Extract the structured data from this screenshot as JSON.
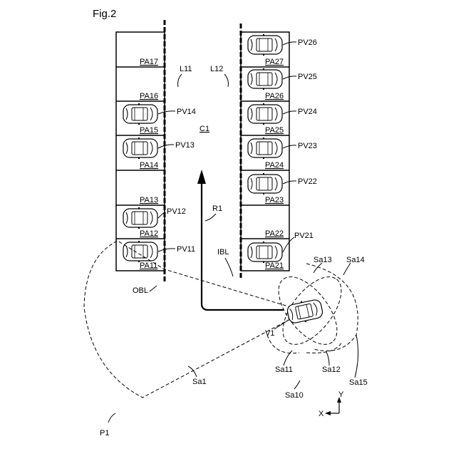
{
  "figure": {
    "title": "Fig.2"
  },
  "areas_left": [
    "PA17",
    "PA16",
    "PA15",
    "PA14",
    "PA13",
    "PA12",
    "PA11"
  ],
  "areas_right": [
    "PA27",
    "PA26",
    "PA25",
    "PA24",
    "PA23",
    "PA22",
    "PA21"
  ],
  "parked_vehicles": {
    "left": [
      "PV14",
      "PV13",
      "PV12",
      "PV11"
    ],
    "right": [
      "PV26",
      "PV25",
      "PV24",
      "PV23",
      "PV22",
      "PV21"
    ]
  },
  "lines": {
    "left_row": "L11",
    "right_row": "L12",
    "outer_boundary": "OBL",
    "inner_boundary": "IBL"
  },
  "route": {
    "label": "R1",
    "corridor": "C1"
  },
  "vehicle": {
    "label": "V1"
  },
  "sensor_areas": [
    "Sa1",
    "Sa10",
    "Sa11",
    "Sa12",
    "Sa13",
    "Sa14",
    "Sa15"
  ],
  "position": {
    "label": "P1"
  },
  "axes": {
    "x": "X",
    "y": "Y"
  }
}
